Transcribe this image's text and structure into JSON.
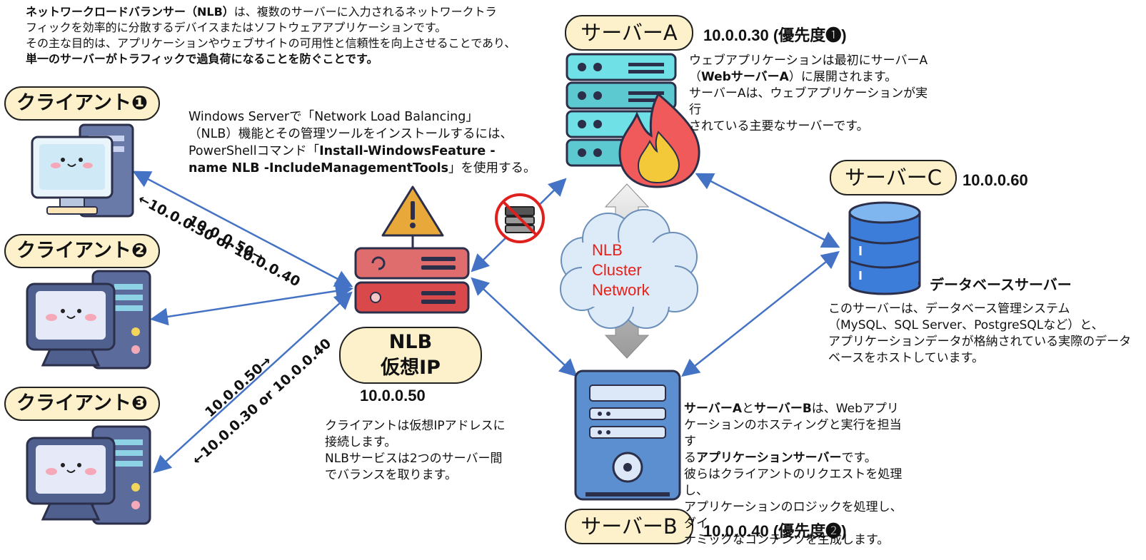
{
  "intro": {
    "line1_bold": "ネットワークロードバランサー（NLB）",
    "line1_rest": "は、複数のサーバーに入力されるネットワークトラ",
    "line2": "フィックを効率的に分散するデバイスまたはソフトウェアアプリケーションです。",
    "line3": "その主な目的は、アプリケーションやウェブサイトの可用性と信頼性を向上させることであり、",
    "line4_bold": "単一のサーバーがトラフィックで過負荷になることを防ぐことです。"
  },
  "clients": [
    {
      "label": "クライアント❶"
    },
    {
      "label": "クライアント❷"
    },
    {
      "label": "クライアント❸"
    }
  ],
  "install_note": {
    "line1": "Windows Serverで「Network Load Balancing」",
    "line2": "（NLB）機能とその管理ツールをインストールするには、",
    "line3_pre": "PowerShellコマンド「",
    "line3_bold": "Install-WindowsFeature -",
    "line4_bold": "name NLB -IncludeManagementTools",
    "line4_post": "」を使用する。"
  },
  "arrows_text": {
    "top_a": "10.0.0.50→",
    "top_b": "←10.0.0.30 or 10.0.0.40",
    "bottom_a": "10.0.0.50→",
    "bottom_b": "←10.0.0.30 or 10.0.0.40"
  },
  "nlb": {
    "label_line1": "NLB",
    "label_line2": "仮想IP",
    "ip": "10.0.0.50",
    "note_line1": "クライアントは仮想IPアドレスに",
    "note_line2": "接続します。",
    "note_line3": "NLBサービスは2つのサーバー間",
    "note_line4": "でバランスを取ります。"
  },
  "cluster": {
    "line1": "NLB",
    "line2": "Cluster",
    "line3": "Network",
    "text_color": "#e8201a"
  },
  "server_a": {
    "label": "サーバーA",
    "ip": "10.0.0.30 (優先度❶)",
    "desc_line1": "ウェブアプリケーションは最初にサーバーA",
    "desc_line2_pre": "（",
    "desc_line2_bold": "WebサーバーA",
    "desc_line2_post": "）に展開されます。",
    "desc_line3": "サーバーAは、ウェブアプリケーションが実行",
    "desc_line4": "されている主要なサーバーです。"
  },
  "server_b": {
    "label": "サーバーB",
    "ip": "10.0.0.40 (優先度❷)",
    "desc_line1_bold_a": "サーバーA",
    "desc_line1_mid": "と",
    "desc_line1_bold_b": "サーバーB",
    "desc_line1_post": "は、Webアプリ",
    "desc_line2": "ケーションのホスティングと実行を担当す",
    "desc_line3_pre": "る",
    "desc_line3_bold": "アプリケーションサーバー",
    "desc_line3_post": "です。",
    "desc_line4": "彼らはクライアントのリクエストを処理し、",
    "desc_line5": "アプリケーションのロジックを処理し、ダイ",
    "desc_line6": "ナミックなコンテンツを生成します。"
  },
  "server_c": {
    "label": "サーバーC",
    "ip": "10.0.0.60",
    "title": "データベースサーバー",
    "desc_line1": "このサーバーは、データベース管理システム",
    "desc_line2": "（MySQL、SQL Server、PostgreSQLなど）と、",
    "desc_line3": "アプリケーションデータが格納されている実際のデータ",
    "desc_line4": "ベースをホストしています。"
  },
  "colors": {
    "pill_fill": "#fdf1cc",
    "arrow": "#4472c4",
    "nlb_red": "#d9534f",
    "warning": "#f0a830",
    "server_teal": "#5fd3da",
    "db_blue": "#3b7dd8"
  }
}
